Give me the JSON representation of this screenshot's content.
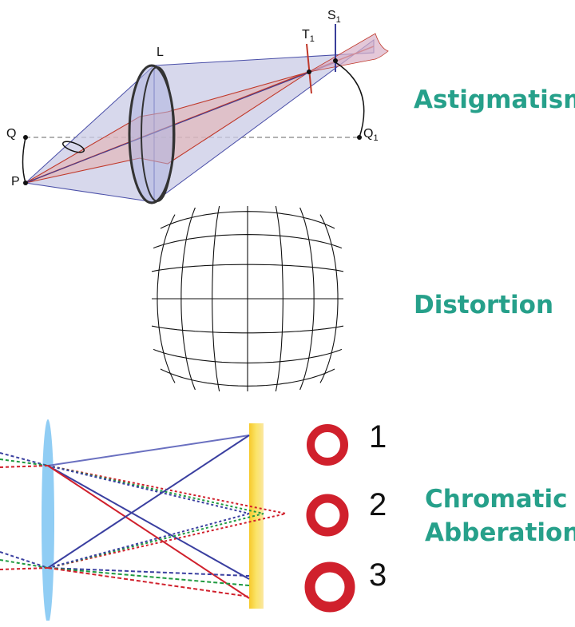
{
  "sections": {
    "astigmatism": {
      "title": "Astigmatism",
      "labels": {
        "lens": "L",
        "tangential": "T",
        "sagittal": "S",
        "object_axis": "Q",
        "object": "P",
        "image_axis": "Q",
        "subscript": "1"
      }
    },
    "distortion": {
      "title": "Distortion"
    },
    "chromatic": {
      "title_line1": "Chromatic",
      "title_line2": "Abberation",
      "rings": [
        "1",
        "2",
        "3"
      ]
    }
  },
  "colors": {
    "heading": "#26a08a",
    "ray_red": "#c0392b",
    "cone_fill": "#c9cbe6",
    "lens_blue": "#5aa9e6",
    "screen_yellow": "#f5d23c",
    "ring_red": "#d0202c"
  }
}
